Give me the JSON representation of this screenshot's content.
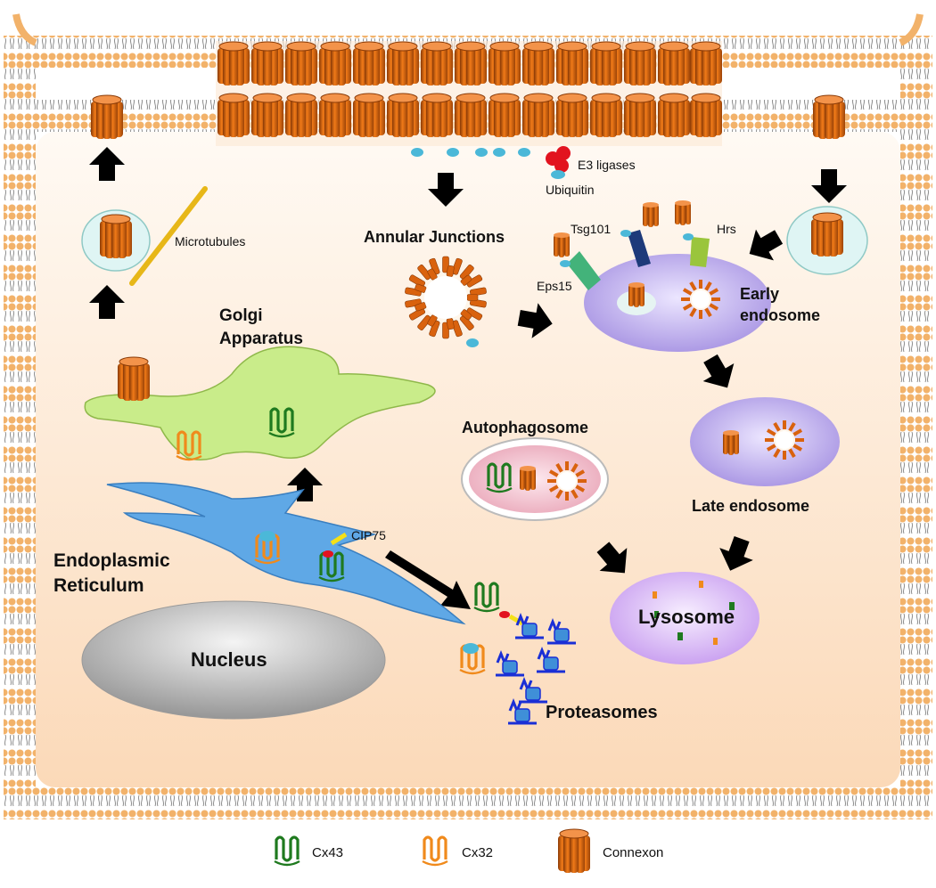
{
  "labels": {
    "e3_ligases": "E3 ligases",
    "ubiquitin": "Ubiquitin",
    "annular_junctions": "Annular Junctions",
    "tsg101": "Tsg101",
    "hrs": "Hrs",
    "eps15": "Eps15",
    "early_endosome_line1": "Early",
    "early_endosome_line2": "endosome",
    "microtubules": "Microtubules",
    "golgi_line1": "Golgi",
    "golgi_line2": "Apparatus",
    "autophagosome": "Autophagosome",
    "late_endosome": "Late endosome",
    "cip75": "CIP75",
    "er_line1": "Endoplasmic",
    "er_line2": "Reticulum",
    "lysosome": "Lysosome",
    "nucleus": "Nucleus",
    "proteasomes": "Proteasomes"
  },
  "legend": [
    {
      "label": "Cx43",
      "icon": "cx43-protein-icon",
      "color": "#1f7a1f"
    },
    {
      "label": "Cx32",
      "icon": "cx32-protein-icon",
      "color": "#f08a1c"
    },
    {
      "label": "Connexon",
      "icon": "connexon-icon",
      "color": "#d9620e"
    }
  ],
  "colors": {
    "membrane": "#f2b26a",
    "cytoplasm_top": "#fffaf4",
    "cytoplasm_bottom": "#fbd9b8",
    "connexon": "#d9620e",
    "cx43": "#1f7a1f",
    "cx32": "#f08a1c",
    "golgi": "#c9ec8a",
    "er": "#5fa8e6",
    "endosome": "#b9a6ea",
    "lysosome": "#d9b6f4",
    "proteasome": "#1a2fd6",
    "ubiquitin": "#4bb8d8",
    "e3_ligase": "#e2131f"
  }
}
